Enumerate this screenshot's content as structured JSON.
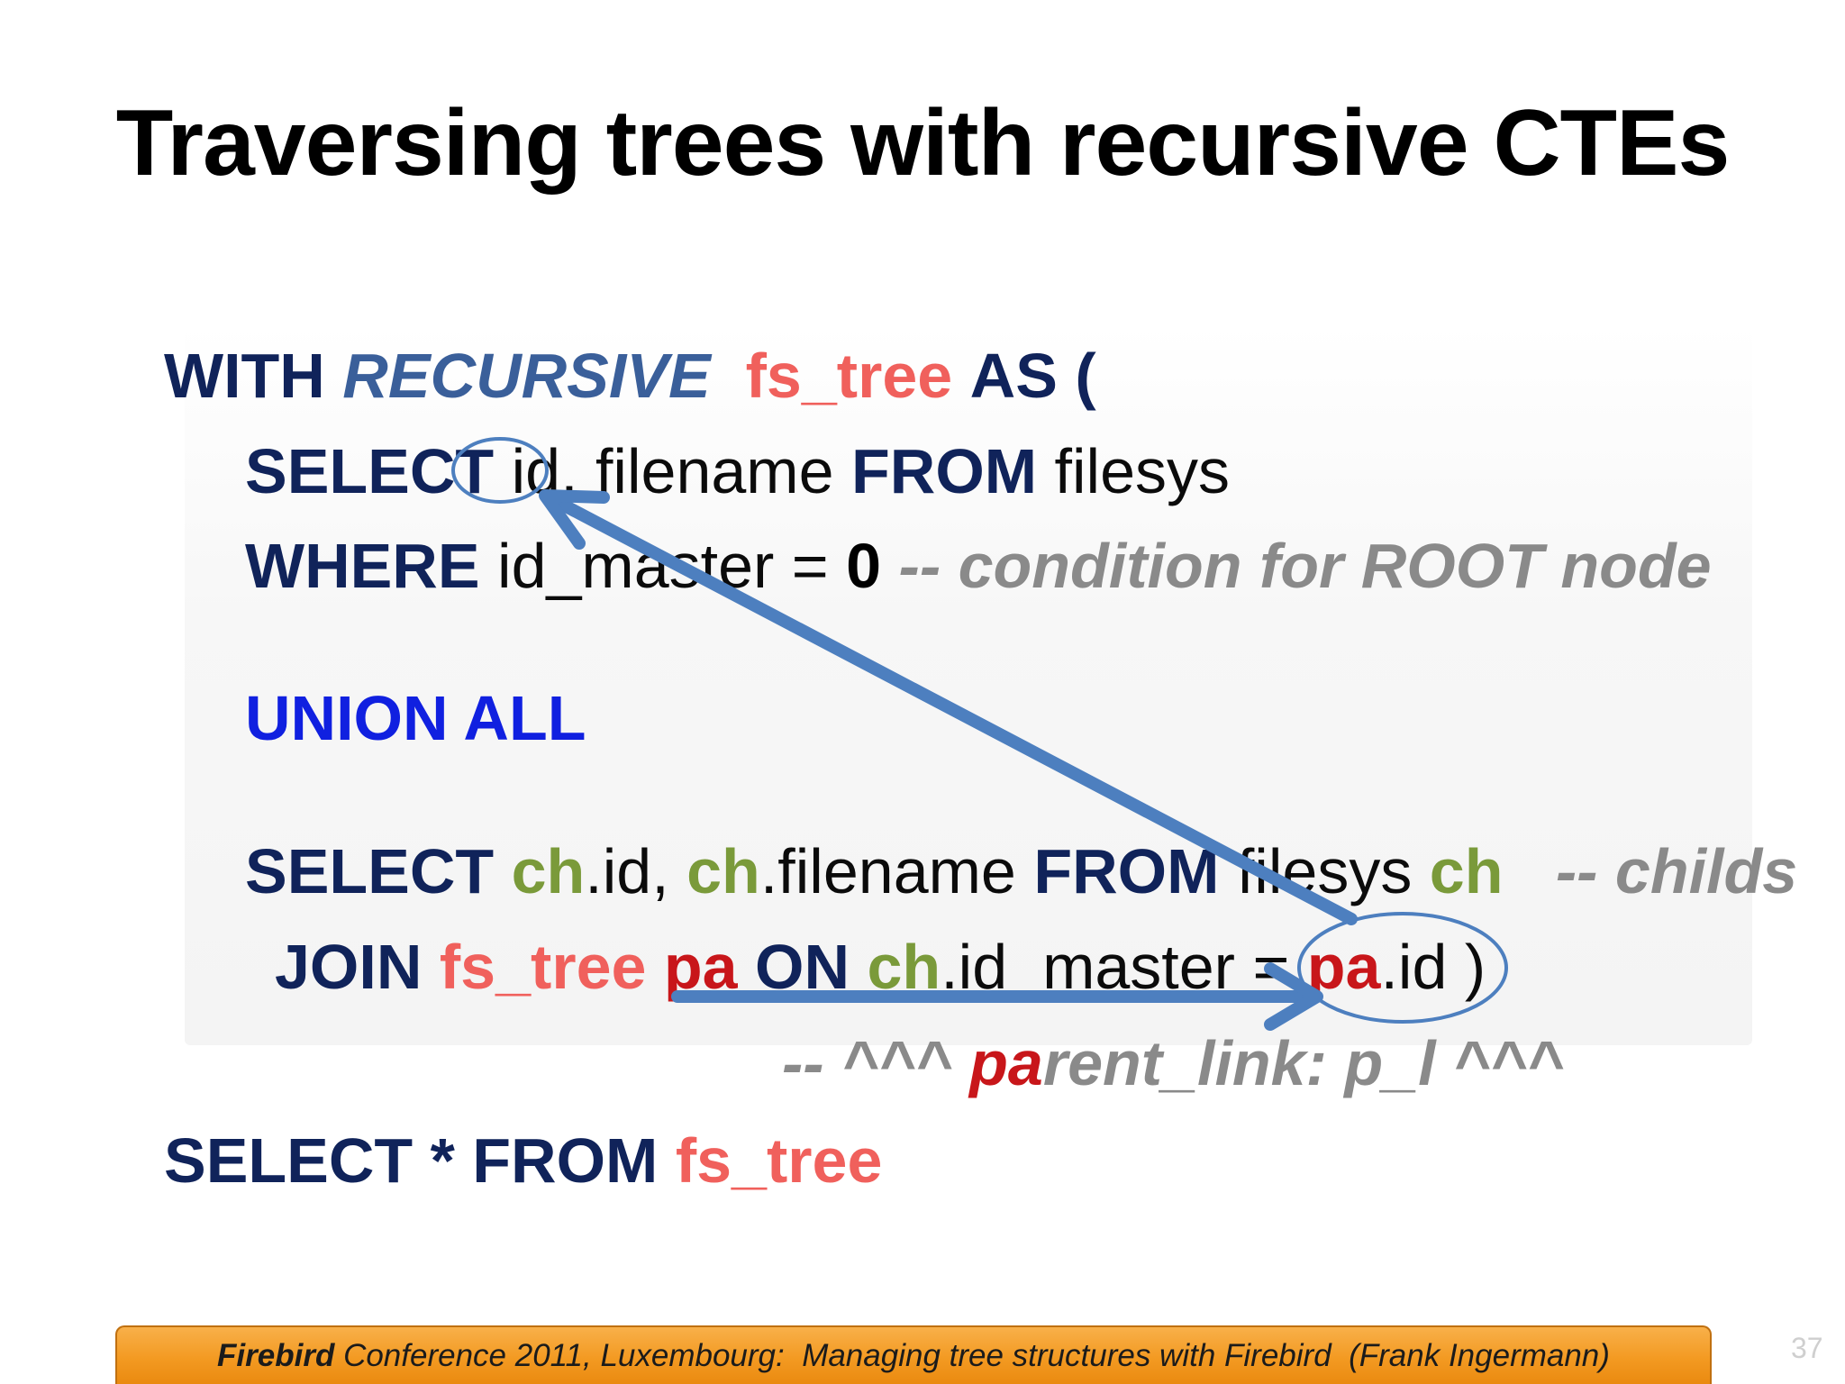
{
  "title": "Traversing trees with recursive CTEs",
  "code": {
    "l1": {
      "with": "WITH",
      "recursive": "RECURSIVE",
      "cte_name": "fs_tree",
      "as": "AS ("
    },
    "l2": {
      "select": "SELECT",
      "cols": " id, filename ",
      "from": "FROM",
      "table": " filesys"
    },
    "l3": {
      "where": "WHERE",
      "cond": " id_master = ",
      "zero": "0",
      "comment": " -- condition for ROOT node"
    },
    "l4": {
      "union": "UNION ALL"
    },
    "l5": {
      "select": "SELECT",
      "ch1": "ch",
      "t1": ".id, ",
      "ch2": "ch",
      "t2": ".filename ",
      "from": "FROM",
      "t3": " filesys ",
      "ch3": "ch",
      "comment": "-- childs"
    },
    "l6": {
      "join": "JOIN",
      "cte_name": "fs_tree",
      "pa1": "pa",
      "on": "ON",
      "ch": "ch",
      "t1": ".id_master = ",
      "pa2": "pa",
      "t2": ".id )"
    },
    "l7": {
      "c1": "-- ^^^ ",
      "pa": "pa",
      "c2": "rent_link: p_l ^^^"
    },
    "l8": {
      "select": "SELECT",
      "star": " * ",
      "from": "FROM",
      "cte_name": "fs_tree"
    }
  },
  "annotations": {
    "color": "#4d7fbf"
  },
  "footer": {
    "brand": "Firebird",
    "text": " Conference 2011, Luxembourg:  Managing tree structures with Firebird  (Frank Ingermann)"
  },
  "page_number": "37"
}
